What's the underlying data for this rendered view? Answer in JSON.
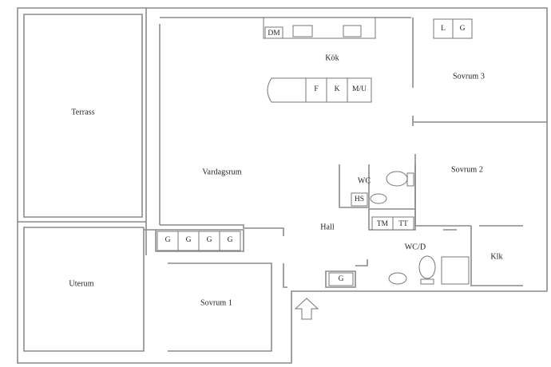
{
  "rooms": {
    "terrass": "Terrass",
    "uterum": "Uterum",
    "kok": "Kök",
    "vardagsrum": "Vardagsrum",
    "sovrum3": "Sovrum 3",
    "sovrum2": "Sovrum 2",
    "sovrum1": "Sovrum 1",
    "wc": "WC",
    "wcd": "WC/D",
    "hall": "Hall",
    "klk": "Klk"
  },
  "fixtures": {
    "dm": "DM",
    "f": "F",
    "k": "K",
    "mu": "M/U",
    "l": "L",
    "g": "G",
    "hs": "HS",
    "tm": "TM",
    "tt": "TT"
  },
  "colors": {
    "wall": "#8a8a8a",
    "line": "#777777",
    "fill": "#ffffff"
  }
}
